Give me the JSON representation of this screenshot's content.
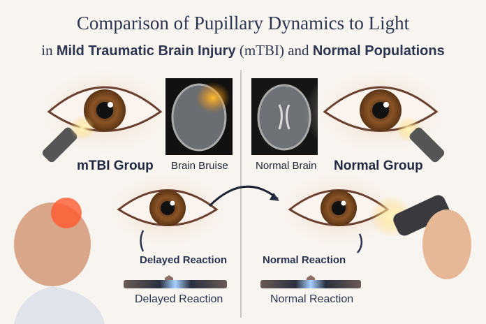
{
  "title": {
    "line1": "Comparison of Pupillary Dynamics to Light",
    "line2_pre": "in ",
    "line2_b1": "Mild Traumatic Brain Injury",
    "line2_mid": " (mTBI) and ",
    "line2_b2": "Normal Populations"
  },
  "left": {
    "group": "mTBI Group",
    "scan_label": "Brain Bruise",
    "reaction": "Delayed Reaction",
    "bar_label": "Delayed Reaction"
  },
  "right": {
    "group": "Normal Group",
    "scan_label": "Normal Brain",
    "reaction": "Normal Reaction",
    "bar_label": "Normal Reaction"
  },
  "colors": {
    "title": "#2c3550",
    "iris": "#8a5426",
    "bruise": "#f0a020"
  }
}
